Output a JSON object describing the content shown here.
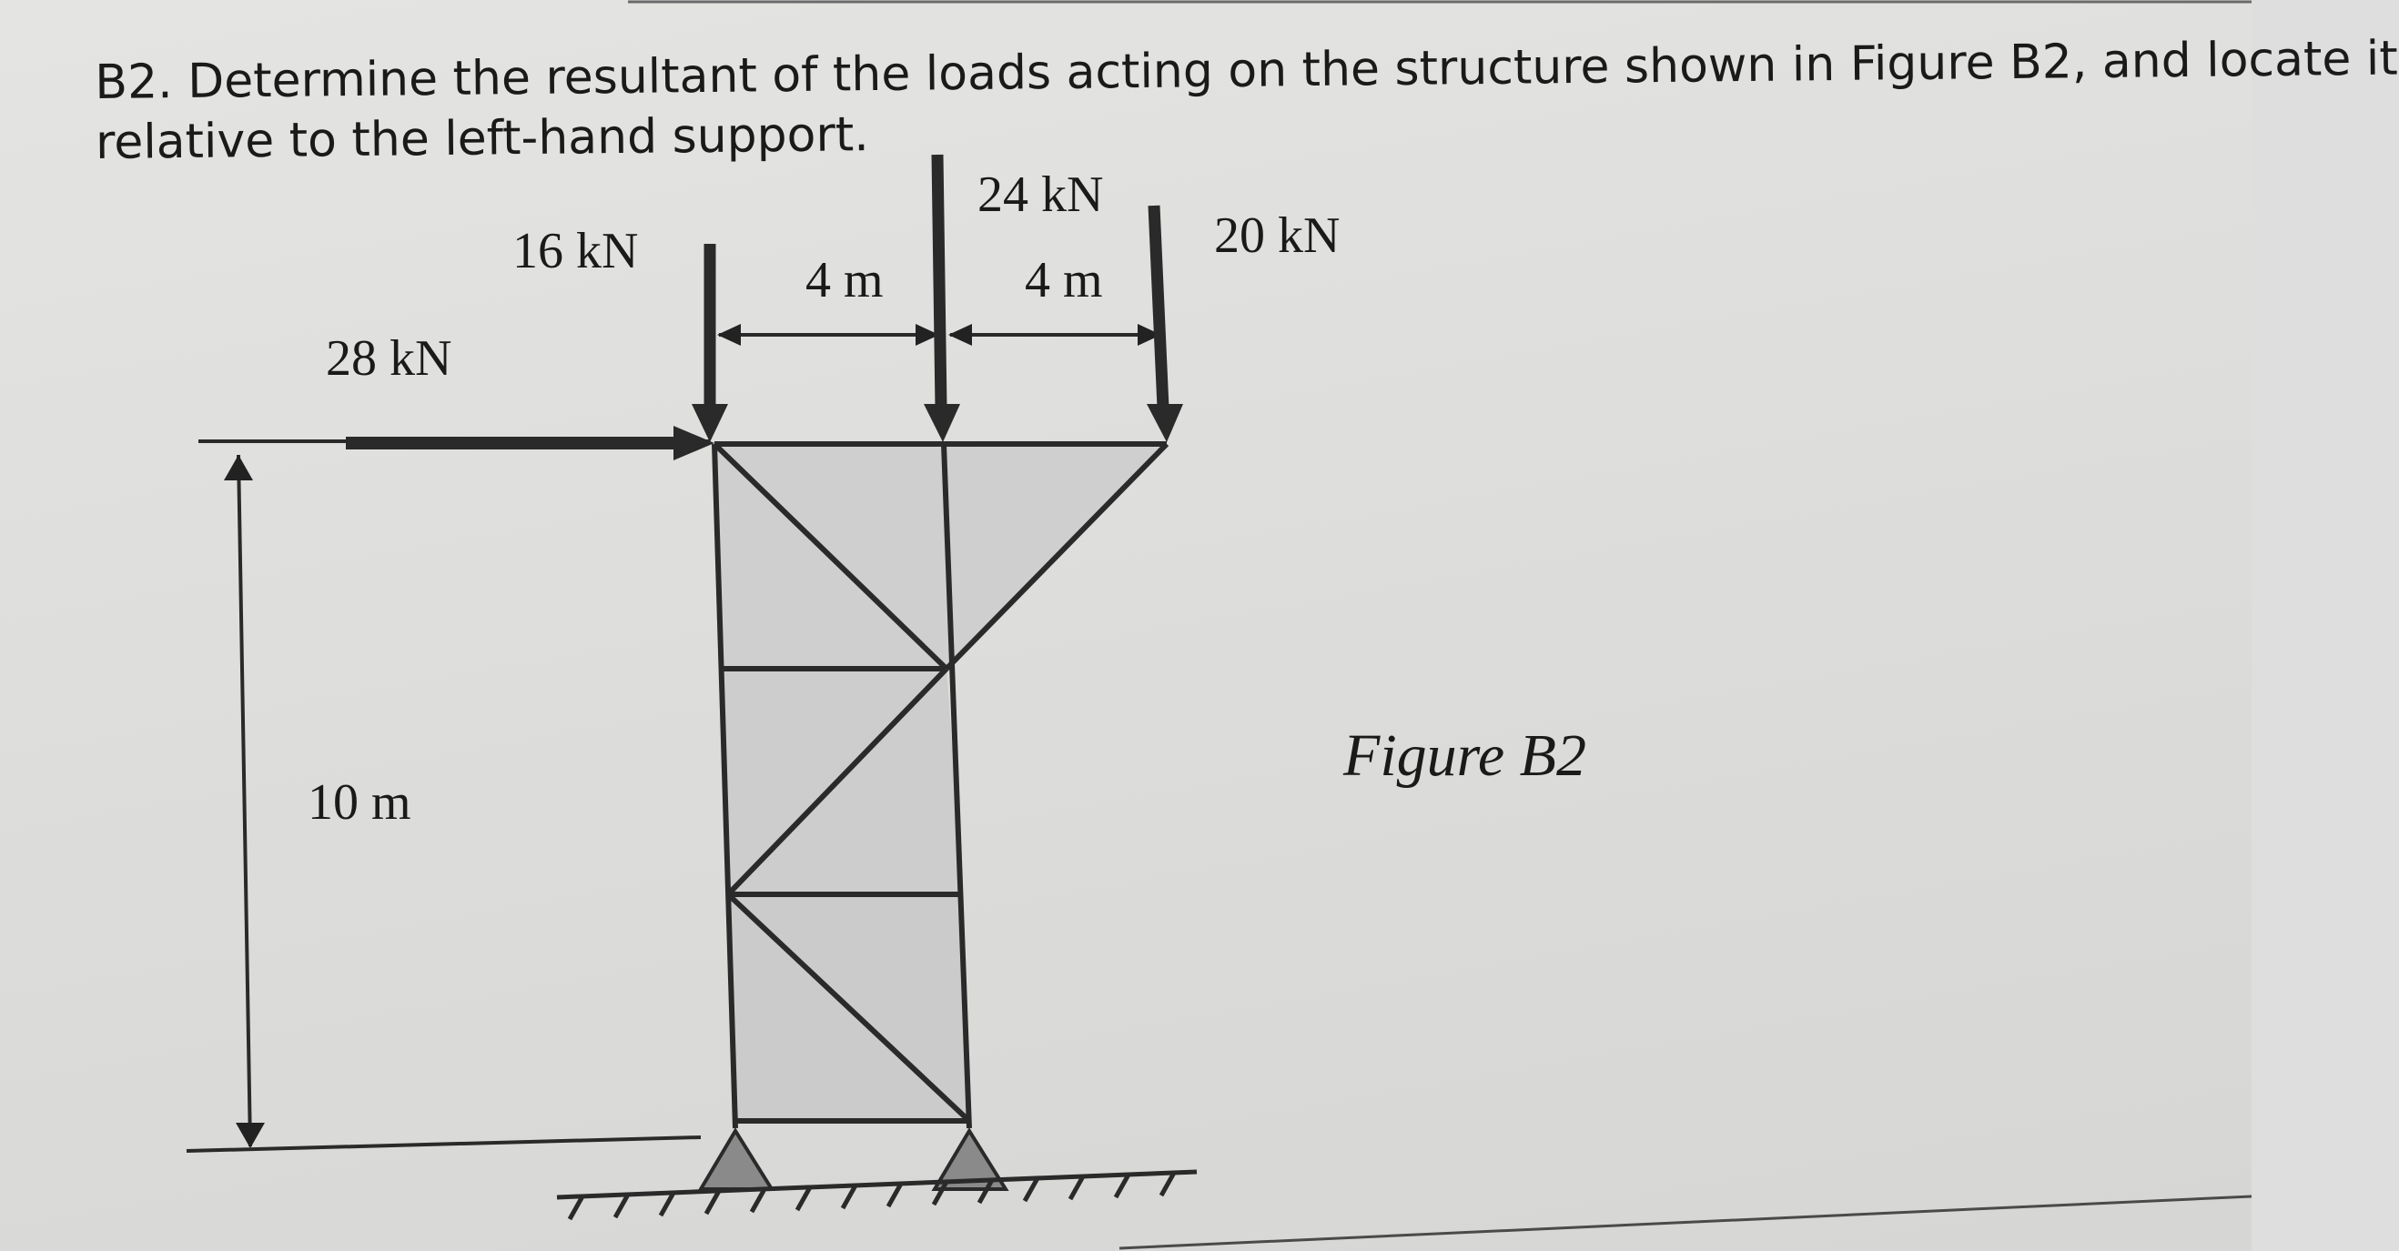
{
  "problem": {
    "line1": "B2. Determine the resultant of the loads acting on the structure shown in Figure B2, and locate it",
    "line2": "relative to the left-hand support."
  },
  "figure": {
    "caption": "Figure B2",
    "loads": {
      "horizontal": "28 kN",
      "left_vertical": "16 kN",
      "middle_vertical": "24 kN",
      "right_vertical": "20 kN"
    },
    "dimensions": {
      "span_left": "4 m",
      "span_right": "4 m",
      "height": "10 m"
    }
  }
}
